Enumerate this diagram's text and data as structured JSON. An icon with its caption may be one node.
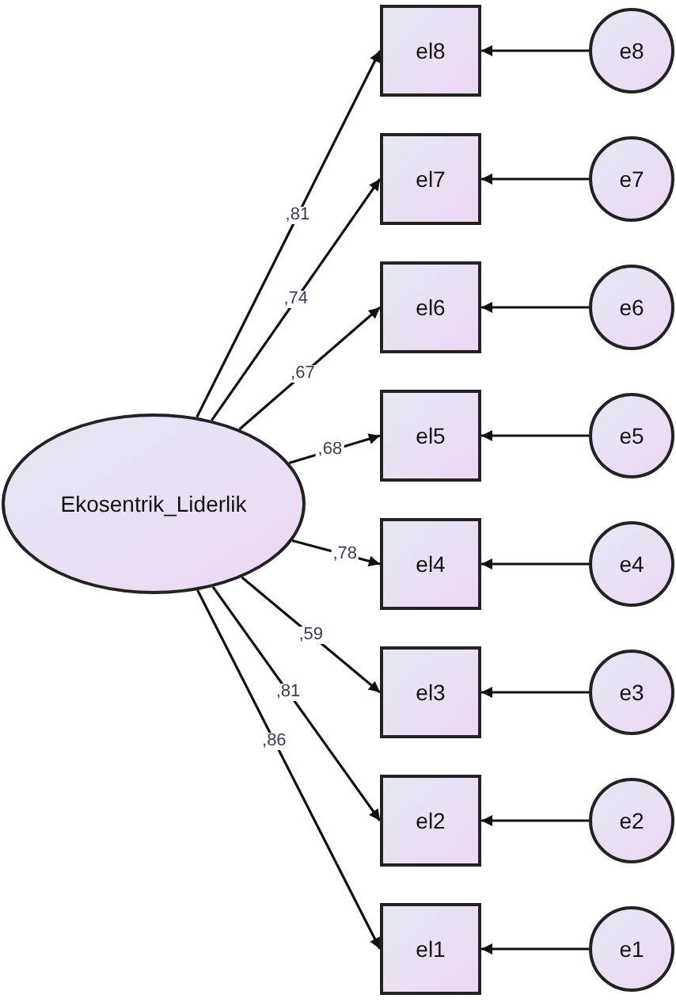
{
  "diagram": {
    "nodes": [
      {
        "text": [
          "Ekosentrik_Liderlik"
        ]
      },
      {
        "text": [
          "el8"
        ]
      },
      {
        "text": [
          "el7"
        ]
      },
      {
        "text": [
          "el6"
        ]
      },
      {
        "text": [
          "el5"
        ]
      },
      {
        "text": [
          "el4"
        ]
      },
      {
        "text": [
          "el3"
        ]
      },
      {
        "text": [
          "el2"
        ]
      },
      {
        "text": [
          "el1"
        ]
      },
      {
        "text": [
          "e8"
        ]
      },
      {
        "text": [
          "e7"
        ]
      },
      {
        "text": [
          "e6"
        ]
      },
      {
        "text": [
          "e5"
        ]
      },
      {
        "text": [
          "e4"
        ]
      },
      {
        "text": [
          "e3"
        ]
      },
      {
        "text": [
          "e2"
        ]
      },
      {
        "text": [
          "e1"
        ]
      }
    ],
    "edges": [
      {
        "from": 0,
        "to": 1,
        "arrow": "to",
        "label": ",81"
      },
      {
        "from": 0,
        "to": 2,
        "arrow": "to",
        "label": ",74"
      },
      {
        "from": 0,
        "to": 3,
        "arrow": "to",
        "label": ",67"
      },
      {
        "from": 0,
        "to": 4,
        "arrow": "to",
        "label": ",68"
      },
      {
        "from": 0,
        "to": 5,
        "arrow": "to",
        "label": ",78"
      },
      {
        "from": 0,
        "to": 6,
        "arrow": "to",
        "label": ",59"
      },
      {
        "from": 0,
        "to": 7,
        "arrow": "to",
        "label": ",81"
      },
      {
        "from": 0,
        "to": 8,
        "arrow": "to",
        "label": ",86"
      },
      {
        "from": 9,
        "to": 1,
        "arrow": "to"
      },
      {
        "from": 10,
        "to": 2,
        "arrow": "to"
      },
      {
        "from": 11,
        "to": 3,
        "arrow": "to"
      },
      {
        "from": 12,
        "to": 4,
        "arrow": "to"
      },
      {
        "from": 13,
        "to": 5,
        "arrow": "to"
      },
      {
        "from": 14,
        "to": 6,
        "arrow": "to"
      },
      {
        "from": 15,
        "to": 7,
        "arrow": "to"
      },
      {
        "from": 16,
        "to": 8,
        "arrow": "to"
      }
    ]
  }
}
